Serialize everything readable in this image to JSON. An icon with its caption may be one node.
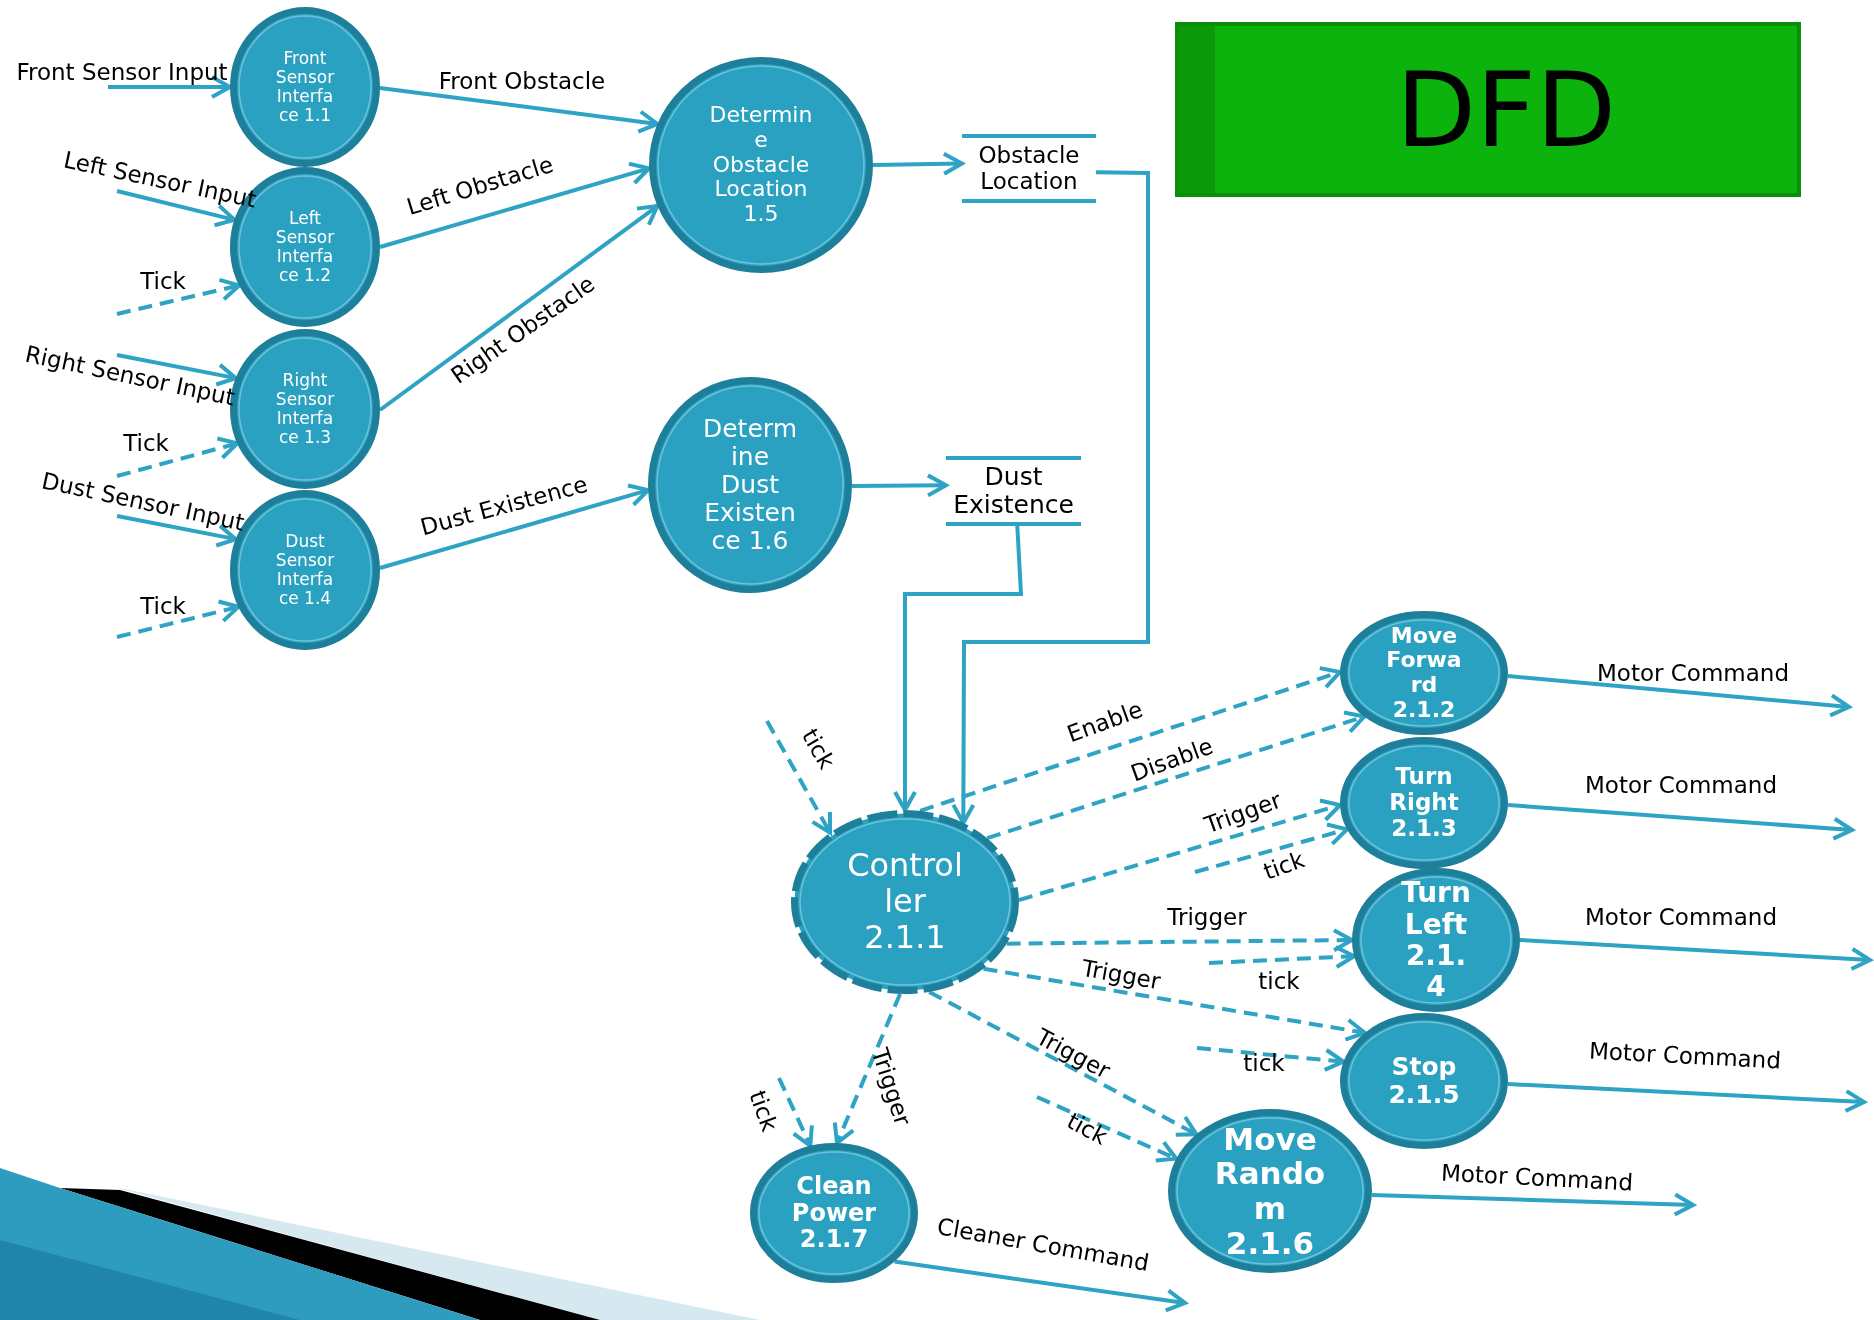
{
  "diagram": {
    "title": "DFD",
    "nodes": [
      {
        "text": [
          "Front Sensor Interfa ce 1.1"
        ]
      },
      {
        "text": [
          "Left Sensor Interfa ce 1.2"
        ]
      },
      {
        "text": [
          "Right Sensor Interfa ce 1.3"
        ]
      },
      {
        "text": [
          "Dust Sensor Interfa ce 1.4"
        ]
      },
      {
        "text": [
          "Determin e Obstacle Location 1.5"
        ]
      },
      {
        "text": [
          "Determ ine Dust Existen ce 1.6"
        ]
      },
      {
        "text": [
          "Obstacle Location"
        ]
      },
      {
        "text": [
          "Dust Existence"
        ]
      },
      {
        "text": [
          "Control ler 2.1.1"
        ]
      },
      {
        "text": [
          "Move Forwa rd 2.1.2"
        ]
      },
      {
        "text": [
          "Turn Right 2.1.3"
        ]
      },
      {
        "text": [
          "Turn Left 2.1. 4"
        ]
      },
      {
        "text": [
          "Stop 2.1.5"
        ]
      },
      {
        "text": [
          "Move Rando m 2.1.6"
        ]
      },
      {
        "text": [
          "Clean Power 2.1.7"
        ]
      }
    ],
    "edges": [
      {
        "from": null,
        "to": 0,
        "arrow": "to",
        "label": "Front Sensor Input"
      },
      {
        "from": null,
        "to": 1,
        "arrow": "to",
        "label": "Left Sensor Input"
      },
      {
        "from": null,
        "to": 1,
        "arrow": "to",
        "label": "Tick",
        "style": "dashed"
      },
      {
        "from": null,
        "to": 2,
        "arrow": "to",
        "label": "Right Sensor Input"
      },
      {
        "from": null,
        "to": 2,
        "arrow": "to",
        "label": "Tick",
        "style": "dashed"
      },
      {
        "from": null,
        "to": 3,
        "arrow": "to",
        "label": "Dust Sensor Input"
      },
      {
        "from": null,
        "to": 3,
        "arrow": "to",
        "label": "Tick",
        "style": "dashed"
      },
      {
        "from": 0,
        "to": 4,
        "arrow": "to",
        "label": "Front Obstacle"
      },
      {
        "from": 1,
        "to": 4,
        "arrow": "to",
        "label": "Left Obstacle"
      },
      {
        "from": 2,
        "to": 4,
        "arrow": "to",
        "label": "Right Obstacle"
      },
      {
        "from": 3,
        "to": 5,
        "arrow": "to",
        "label": "Dust Existence"
      },
      {
        "from": 4,
        "to": 6,
        "arrow": "to"
      },
      {
        "from": 5,
        "to": 7,
        "arrow": "to"
      },
      {
        "from": 6,
        "to": 8,
        "arrow": "to"
      },
      {
        "from": 7,
        "to": 8,
        "arrow": "to"
      },
      {
        "from": null,
        "to": 8,
        "arrow": "to",
        "label": "tick",
        "style": "dashed"
      },
      {
        "from": 8,
        "to": 9,
        "arrow": "to",
        "label": "Enable",
        "style": "dashed"
      },
      {
        "from": 8,
        "to": 9,
        "arrow": "to",
        "label": "Disable",
        "style": "dashed"
      },
      {
        "from": 8,
        "to": 10,
        "arrow": "to",
        "label": "Trigger",
        "style": "dashed"
      },
      {
        "from": null,
        "to": 10,
        "arrow": "to",
        "label": "tick",
        "style": "dashed"
      },
      {
        "from": 8,
        "to": 11,
        "arrow": "to",
        "label": "Trigger",
        "style": "dashed"
      },
      {
        "from": null,
        "to": 11,
        "arrow": "to",
        "label": "tick",
        "style": "dashed"
      },
      {
        "from": 8,
        "to": 12,
        "arrow": "to",
        "label": "Trigger",
        "style": "dashed"
      },
      {
        "from": null,
        "to": 12,
        "arrow": "to",
        "label": "tick",
        "style": "dashed"
      },
      {
        "from": 8,
        "to": 13,
        "arrow": "to",
        "label": "Trigger",
        "style": "dashed"
      },
      {
        "from": null,
        "to": 13,
        "arrow": "to",
        "label": "tick",
        "style": "dashed"
      },
      {
        "from": 8,
        "to": 14,
        "arrow": "to",
        "label": "Trigger",
        "style": "dashed"
      },
      {
        "from": null,
        "to": 14,
        "arrow": "to",
        "label": "tick",
        "style": "dashed"
      },
      {
        "from": 9,
        "to": null,
        "arrow": "to",
        "label": "Motor Command"
      },
      {
        "from": 10,
        "to": null,
        "arrow": "to",
        "label": "Motor Command"
      },
      {
        "from": 11,
        "to": null,
        "arrow": "to",
        "label": "Motor Command"
      },
      {
        "from": 12,
        "to": null,
        "arrow": "to",
        "label": "Motor Command"
      },
      {
        "from": 13,
        "to": null,
        "arrow": "to",
        "label": "Motor Command"
      },
      {
        "from": 14,
        "to": null,
        "arrow": "to",
        "label": "Cleaner Command"
      }
    ]
  }
}
